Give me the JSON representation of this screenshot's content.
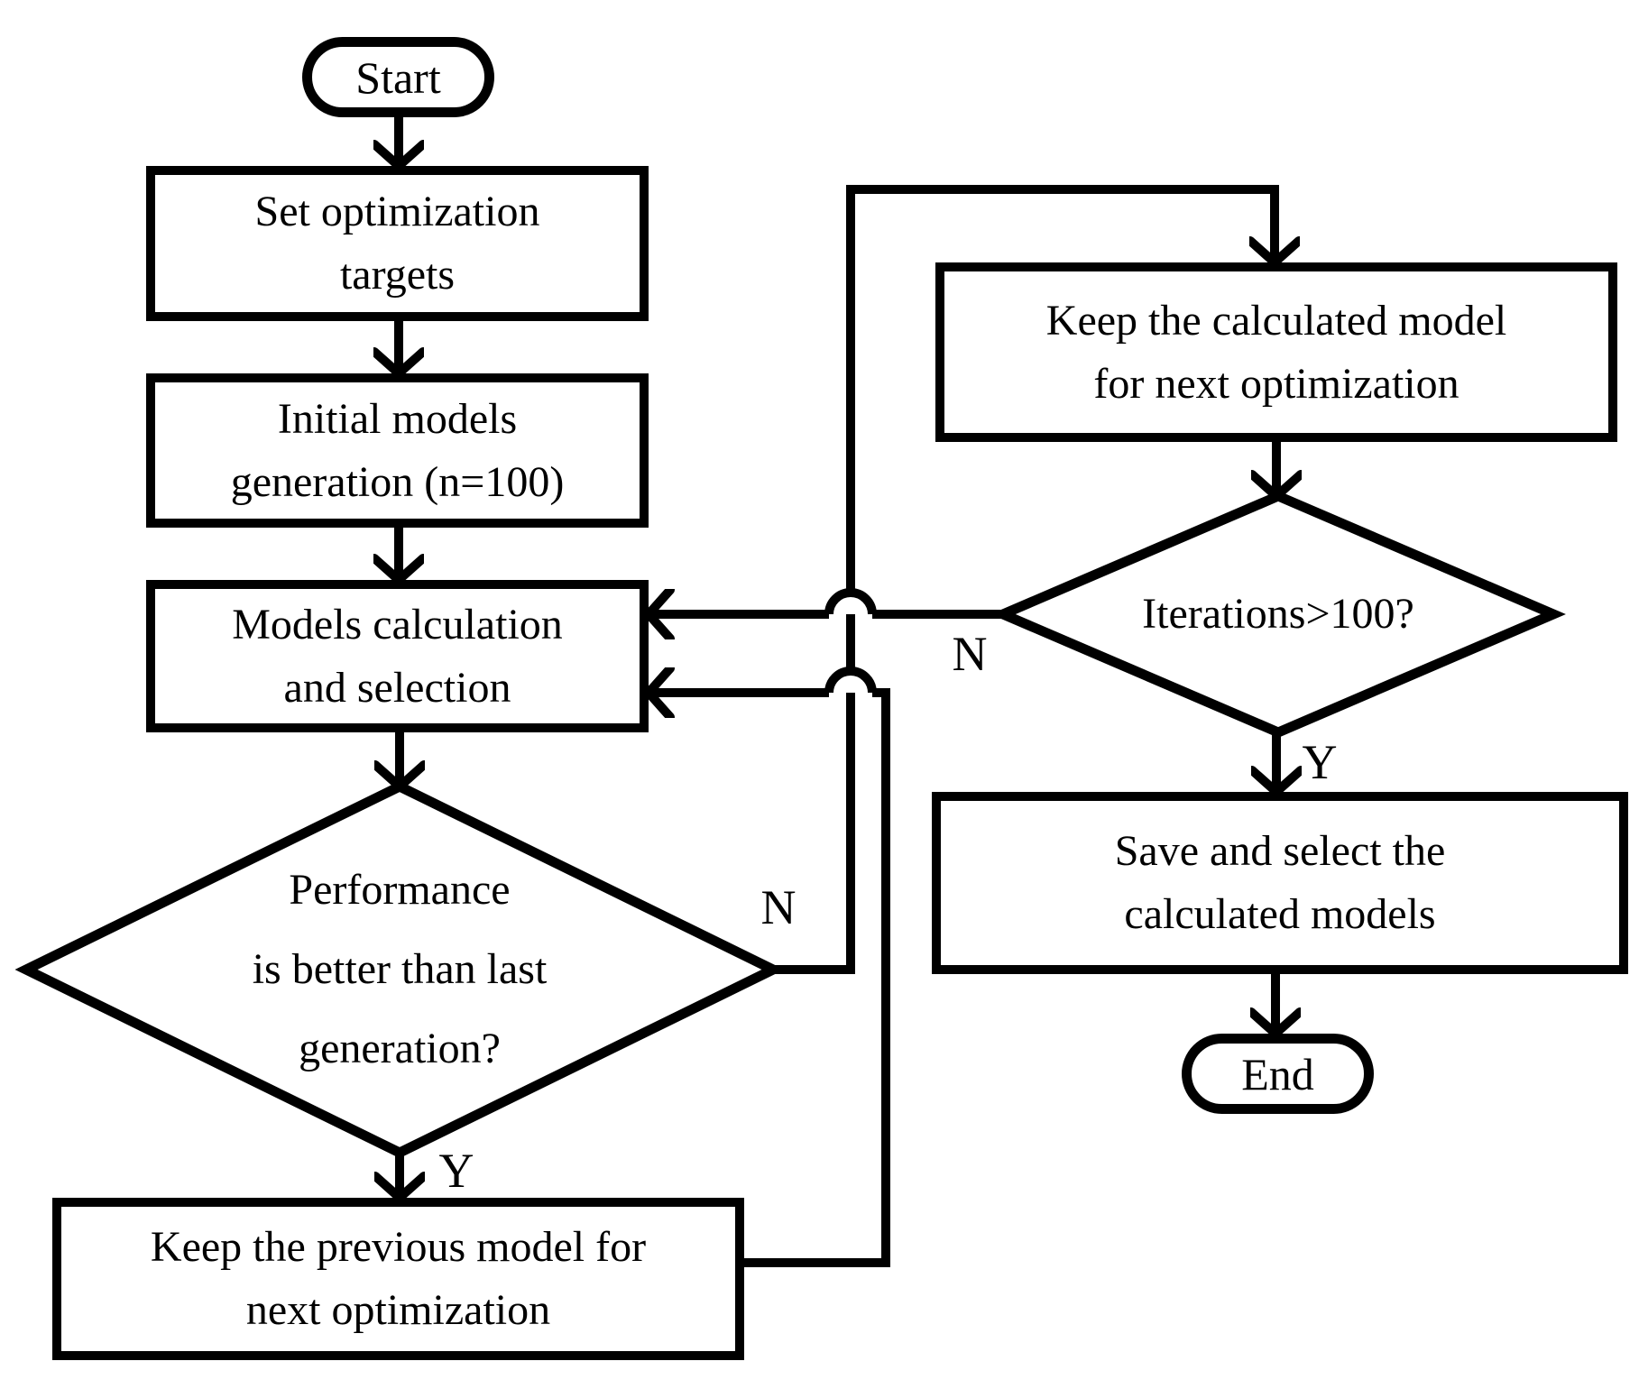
{
  "nodes": {
    "start": {
      "type": "terminator",
      "label": "Start"
    },
    "set_targets": {
      "type": "process",
      "lines": [
        "Set optimization",
        "targets"
      ]
    },
    "initial_models": {
      "type": "process",
      "lines": [
        "Initial models",
        "generation (n=100)"
      ]
    },
    "models_calc": {
      "type": "process",
      "lines": [
        "Models calculation",
        "and selection"
      ]
    },
    "perf_decision": {
      "type": "decision",
      "lines": [
        "Performance",
        "is better than last",
        "generation?"
      ]
    },
    "keep_previous": {
      "type": "process",
      "lines": [
        "Keep the previous model for",
        "next optimization"
      ]
    },
    "keep_calculated": {
      "type": "process",
      "lines": [
        "Keep the calculated model",
        "for next optimization"
      ]
    },
    "iter_decision": {
      "type": "decision",
      "lines": [
        "Iterations>100?"
      ]
    },
    "save_select": {
      "type": "process",
      "lines": [
        "Save and select the",
        "calculated models"
      ]
    },
    "end": {
      "type": "terminator",
      "label": "End"
    }
  },
  "edge_labels": {
    "performance_no": "N",
    "performance_yes": "Y",
    "iterations_no": "N",
    "iterations_yes": "Y"
  },
  "colors": {
    "stroke": "#000000",
    "background": "#ffffff"
  }
}
